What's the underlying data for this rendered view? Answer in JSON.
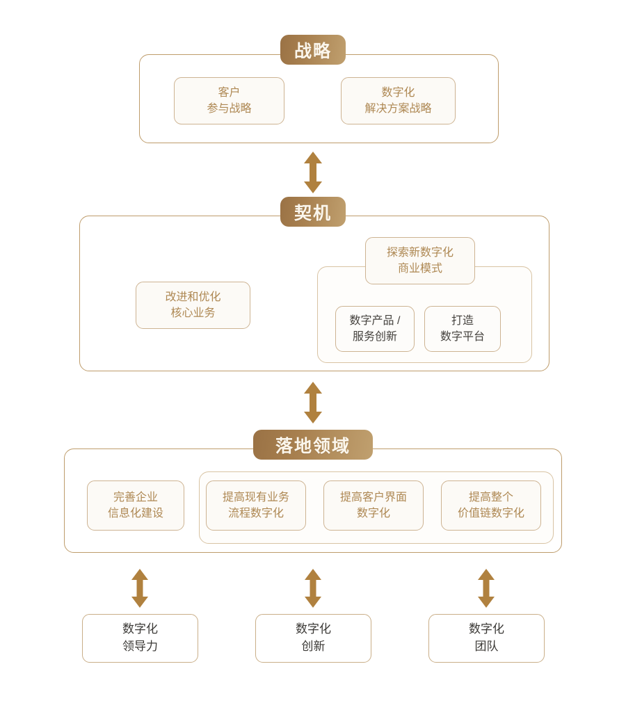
{
  "palette": {
    "badge_dark": "#9A7245",
    "badge_light": "#C0A06F",
    "badge_text": "#FBF6EC",
    "section_border": "#BE9C6B",
    "group_border": "#D8C3A3",
    "card_border": "#CDB392",
    "card_fill": "#FCFAF6",
    "tan_text": "#AE8853",
    "gray_text": "#45423E",
    "arrow_fill": "#B0813F",
    "page_bg": "#FFFFFF"
  },
  "diagram": {
    "type": "layered-framework",
    "orientation": "vertical",
    "sections": [
      {
        "id": "strategy",
        "badge": "战略",
        "cards": [
          {
            "id": "customer-engagement",
            "lines": [
              "客户",
              "参与战略"
            ],
            "style": "tan"
          },
          {
            "id": "digital-solution",
            "lines": [
              "数字化",
              "解决方案战略"
            ],
            "style": "tan"
          }
        ]
      },
      {
        "id": "opportunity",
        "badge": "契机",
        "cards": [
          {
            "id": "improve-core-business",
            "lines": [
              "改进和优化",
              "核心业务"
            ],
            "style": "tan"
          },
          {
            "id": "explore-new-model",
            "lines": [
              "探索新数字化",
              "商业模式"
            ],
            "style": "tan"
          },
          {
            "id": "digital-product-service",
            "lines": [
              "数字产品 /",
              "服务创新"
            ],
            "style": "gray"
          },
          {
            "id": "build-digital-platform",
            "lines": [
              "打造",
              "数字平台"
            ],
            "style": "gray"
          }
        ]
      },
      {
        "id": "landing-domains",
        "badge": "落地领域",
        "cards": [
          {
            "id": "enterprise-informatization",
            "lines": [
              "完善企业",
              "信息化建设"
            ],
            "style": "tan"
          },
          {
            "id": "existing-process-digital",
            "lines": [
              "提高现有业务",
              "流程数字化"
            ],
            "style": "tan"
          },
          {
            "id": "customer-interface-digital",
            "lines": [
              "提高客户界面",
              "数字化"
            ],
            "style": "tan"
          },
          {
            "id": "value-chain-digital",
            "lines": [
              "提高整个",
              "价值链数字化"
            ],
            "style": "tan"
          }
        ]
      },
      {
        "id": "enablers",
        "badge": "",
        "cards": [
          {
            "id": "digital-leadership",
            "lines": [
              "数字化",
              "领导力"
            ],
            "style": "plain"
          },
          {
            "id": "digital-innovation",
            "lines": [
              "数字化",
              "创新"
            ],
            "style": "plain"
          },
          {
            "id": "digital-team",
            "lines": [
              "数字化",
              "团队"
            ],
            "style": "plain"
          }
        ]
      }
    ],
    "connectors": [
      {
        "id": "strategy-opportunity",
        "kind": "double-arrow-vertical"
      },
      {
        "id": "opportunity-landing",
        "kind": "double-arrow-vertical"
      },
      {
        "id": "landing-leadership",
        "kind": "double-arrow-vertical"
      },
      {
        "id": "landing-innovation",
        "kind": "double-arrow-vertical"
      },
      {
        "id": "landing-team",
        "kind": "double-arrow-vertical"
      }
    ]
  }
}
